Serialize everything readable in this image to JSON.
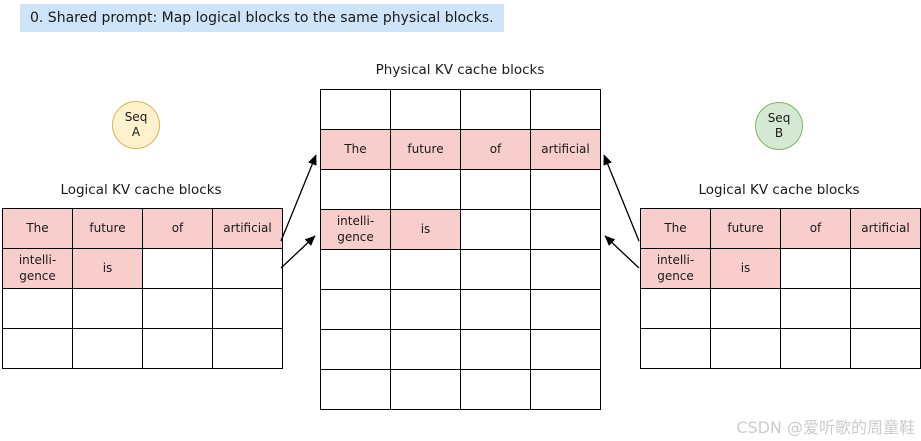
{
  "title": {
    "text": "0. Shared prompt: Map logical blocks to the same physical blocks."
  },
  "colors": {
    "title_highlight": "#cfe3f9",
    "cell_fill": "#f8cecc",
    "seq_a_fill": "#fff2cc",
    "seq_a_border": "#d6b656",
    "seq_b_fill": "#d5e8d4",
    "seq_b_border": "#82b366",
    "line": "#000000",
    "watermark": "#cccccc"
  },
  "seq_a": {
    "label": "Seq\nA"
  },
  "seq_b": {
    "label": "Seq\nB"
  },
  "tables": {
    "left_logical": {
      "caption": "Logical KV cache blocks",
      "rows": [
        [
          {
            "text": "The",
            "filled": true
          },
          {
            "text": "future",
            "filled": true
          },
          {
            "text": "of",
            "filled": true
          },
          {
            "text": "artificial",
            "filled": true
          }
        ],
        [
          {
            "text": "intelli-\ngence",
            "filled": true
          },
          {
            "text": "is",
            "filled": true
          },
          {
            "text": "",
            "filled": false
          },
          {
            "text": "",
            "filled": false
          }
        ],
        [
          {
            "text": "",
            "filled": false
          },
          {
            "text": "",
            "filled": false
          },
          {
            "text": "",
            "filled": false
          },
          {
            "text": "",
            "filled": false
          }
        ],
        [
          {
            "text": "",
            "filled": false
          },
          {
            "text": "",
            "filled": false
          },
          {
            "text": "",
            "filled": false
          },
          {
            "text": "",
            "filled": false
          }
        ]
      ]
    },
    "physical": {
      "caption": "Physical KV cache blocks",
      "rows": [
        [
          {
            "text": "",
            "filled": false
          },
          {
            "text": "",
            "filled": false
          },
          {
            "text": "",
            "filled": false
          },
          {
            "text": "",
            "filled": false
          }
        ],
        [
          {
            "text": "The",
            "filled": true
          },
          {
            "text": "future",
            "filled": true
          },
          {
            "text": "of",
            "filled": true
          },
          {
            "text": "artificial",
            "filled": true
          }
        ],
        [
          {
            "text": "",
            "filled": false
          },
          {
            "text": "",
            "filled": false
          },
          {
            "text": "",
            "filled": false
          },
          {
            "text": "",
            "filled": false
          }
        ],
        [
          {
            "text": "intelli-\ngence",
            "filled": true
          },
          {
            "text": "is",
            "filled": true
          },
          {
            "text": "",
            "filled": false
          },
          {
            "text": "",
            "filled": false
          }
        ],
        [
          {
            "text": "",
            "filled": false
          },
          {
            "text": "",
            "filled": false
          },
          {
            "text": "",
            "filled": false
          },
          {
            "text": "",
            "filled": false
          }
        ],
        [
          {
            "text": "",
            "filled": false
          },
          {
            "text": "",
            "filled": false
          },
          {
            "text": "",
            "filled": false
          },
          {
            "text": "",
            "filled": false
          }
        ],
        [
          {
            "text": "",
            "filled": false
          },
          {
            "text": "",
            "filled": false
          },
          {
            "text": "",
            "filled": false
          },
          {
            "text": "",
            "filled": false
          }
        ],
        [
          {
            "text": "",
            "filled": false
          },
          {
            "text": "",
            "filled": false
          },
          {
            "text": "",
            "filled": false
          },
          {
            "text": "",
            "filled": false
          }
        ]
      ]
    },
    "right_logical": {
      "caption": "Logical KV cache blocks",
      "rows": [
        [
          {
            "text": "The",
            "filled": true
          },
          {
            "text": "future",
            "filled": true
          },
          {
            "text": "of",
            "filled": true
          },
          {
            "text": "artificial",
            "filled": true
          }
        ],
        [
          {
            "text": "intelli-\ngence",
            "filled": true
          },
          {
            "text": "is",
            "filled": true
          },
          {
            "text": "",
            "filled": false
          },
          {
            "text": "",
            "filled": false
          }
        ],
        [
          {
            "text": "",
            "filled": false
          },
          {
            "text": "",
            "filled": false
          },
          {
            "text": "",
            "filled": false
          },
          {
            "text": "",
            "filled": false
          }
        ],
        [
          {
            "text": "",
            "filled": false
          },
          {
            "text": "",
            "filled": false
          },
          {
            "text": "",
            "filled": false
          },
          {
            "text": "",
            "filled": false
          }
        ]
      ]
    }
  },
  "arrows": [
    {
      "from": "seq-a-logical-block-0",
      "to": "physical-block-row-2"
    },
    {
      "from": "seq-a-logical-block-1",
      "to": "physical-block-row-4"
    },
    {
      "from": "seq-b-logical-block-0",
      "to": "physical-block-row-2"
    },
    {
      "from": "seq-b-logical-block-1",
      "to": "physical-block-row-4"
    }
  ],
  "watermark": {
    "text": "CSDN @爱听歌的周童鞋"
  }
}
